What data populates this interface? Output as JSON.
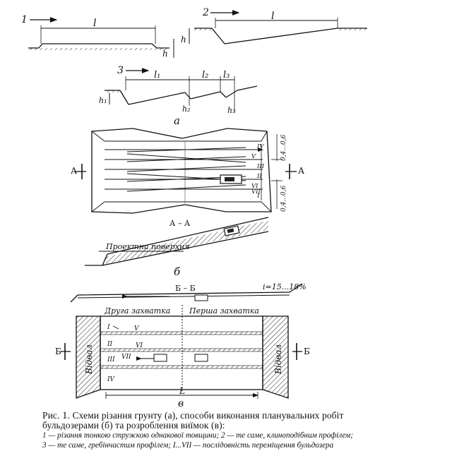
{
  "schemes_a": {
    "s1": {
      "num": "1",
      "l": "l",
      "h": "h"
    },
    "s2": {
      "num": "2",
      "l": "l",
      "h": "h"
    },
    "s3": {
      "num": "3",
      "l1": "l₁",
      "l2": "l₂",
      "l3": "l₃",
      "h1": "h₁",
      "h2": "h₂",
      "h3": "h₃"
    },
    "sub_label": "а"
  },
  "plan_b": {
    "section_mark": "А",
    "passes": [
      "І",
      "ІІ",
      "ІІІ",
      "ІV",
      "V",
      "VІ",
      "VІІ"
    ],
    "dim_top": "0,4...0,6",
    "dim_bottom": "0,4...0,6",
    "section_title": "А – А",
    "design_surface": "Проектна поверхня",
    "sub_label": "б"
  },
  "plan_c": {
    "section_title": "Б – Б",
    "slope": "i=15...18%",
    "zone2": "Друга захватка",
    "zone1": "Перша захватка",
    "section_mark": "Б",
    "spoil_left": "Відвал",
    "spoil_right": "Відвал",
    "passes": [
      "І",
      "ІІ",
      "ІІІ",
      "ІV",
      "V",
      "VІ",
      "VІІ"
    ],
    "length": "L",
    "sub_label": "в"
  },
  "caption": {
    "prefix": "Рис.",
    "number": "1",
    "line1": ". Схеми різання грунту (а), способи виконання планувальних робіт",
    "line2": "бульдозерами (б) та розроблення виїмок (в):",
    "legend1": "1 — різання тонкою стружкою однакової товщини; 2 — те саме, клиноподібним профілем;",
    "legend2": "3 — те саме, гребінчастим профілем; І...VІІ — послідовність переміщення бульдозера"
  }
}
